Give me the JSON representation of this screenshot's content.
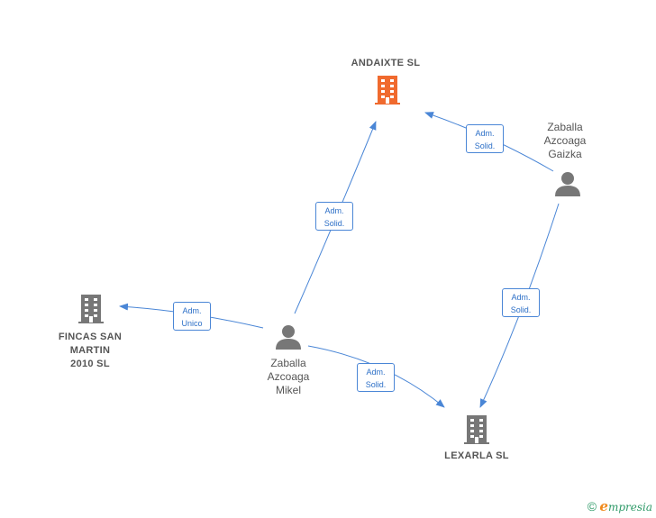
{
  "nodes": {
    "andaixte": {
      "name": "ANDAIXTE  SL"
    },
    "fincas": {
      "name_lines": [
        "FINCAS SAN",
        "MARTIN",
        "2010 SL"
      ]
    },
    "lexarla": {
      "name": "LEXARLA  SL"
    },
    "mikel": {
      "name_lines": [
        "Zaballa",
        "Azcoaga",
        "Mikel"
      ]
    },
    "gaizka": {
      "name_lines": [
        "Zaballa",
        "Azcoaga",
        "Gaizka"
      ]
    }
  },
  "edges": {
    "mikel_andaixte": {
      "line1": "Adm.",
      "line2": "Solid."
    },
    "gaizka_andaixte": {
      "line1": "Adm.",
      "line2": "Solid."
    },
    "mikel_fincas": {
      "line1": "Adm.",
      "line2": "Unico"
    },
    "mikel_lexarla": {
      "line1": "Adm.",
      "line2": "Solid."
    },
    "gaizka_lexarla": {
      "line1": "Adm.",
      "line2": "Solid."
    }
  },
  "colors": {
    "edge": "#4a86d6",
    "focus_company": "#f06a2e",
    "company": "#777777",
    "person": "#777777",
    "brand_green": "#2e9a68",
    "brand_orange": "#f08a1c"
  },
  "footer": {
    "copyright": "©",
    "brand_e": "e",
    "brand_rest": "mpresia"
  }
}
